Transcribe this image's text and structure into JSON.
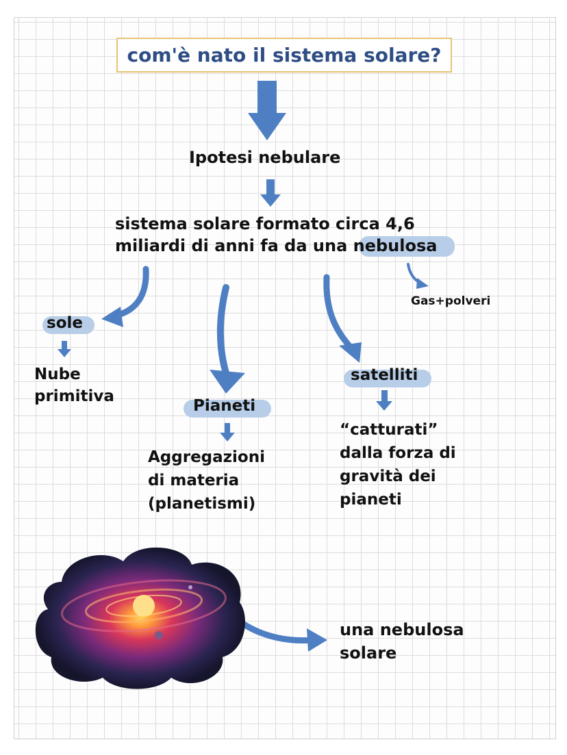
{
  "title": "com'è nato il sistema solare?",
  "hypothesis": "Ipotesi nebulare",
  "main_statement": {
    "line1": "sistema solare formato circa 4,6",
    "line2_before": "miliardi di anni fa da una",
    "line2_highlight": "nebulosa"
  },
  "nebula_components": "Gas+polveri",
  "sun": {
    "label": "sole",
    "desc_line1": "Nube",
    "desc_line2": "primitiva"
  },
  "planets": {
    "label": "Pianeti",
    "desc_line1": "Aggregazioni",
    "desc_line2": "di materia",
    "desc_line3": "(planetismi)"
  },
  "satellites": {
    "label": "satelliti",
    "desc_line1": "“catturati”",
    "desc_line2": "dalla forza di",
    "desc_line3": "gravità dei",
    "desc_line4": "pianeti"
  },
  "image_caption": {
    "line1": "una nebulosa",
    "line2": "solare"
  },
  "colors": {
    "arrow": "#4f7fc3",
    "highlight": "#b7cde8",
    "title_text": "#2e4d84",
    "title_border": "#e7c373"
  }
}
